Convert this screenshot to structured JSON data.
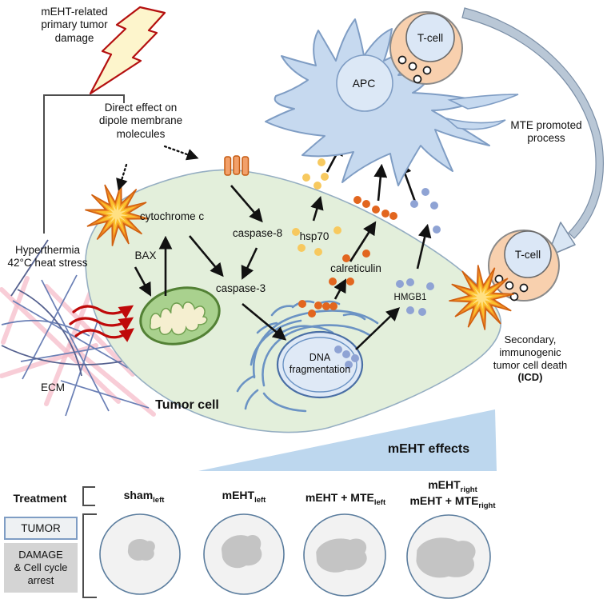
{
  "labels": {
    "meht_damage": "mEHT-related\nprimary tumor\ndamage",
    "direct_effect": "Direct effect on\ndipole membrane\nmolecules",
    "hyperthermia": "Hyperthermia\n42°C heat stress",
    "ecm": "ECM",
    "tumor_cell": "Tumor cell",
    "cytochrome_c": "cytochrome c",
    "bax": "BAX",
    "caspase_8": "caspase-8",
    "caspase_3": "caspase-3",
    "hsp70": "hsp70",
    "calreticulin": "calreticulin",
    "hmgb1": "HMGB1",
    "dna_fragmentation": "DNA\nfragmentation",
    "apc": "APC",
    "t_cell_top": "T-cell",
    "t_cell_right": "T-cell",
    "mte_process": "MTE promoted\nprocess",
    "icd_lines": "Secondary,\nimmunogenic\ntumor cell death",
    "icd_bold": "(ICD)",
    "meht_effects": "mEHT effects"
  },
  "treatment_table": {
    "row_label": "Treatment",
    "tumor_box": "TUMOR",
    "damage_box": "DAMAGE\n& Cell cycle\narrest",
    "columns": [
      {
        "main": "sham",
        "sub": "left"
      },
      {
        "main": "mEHT",
        "sub": "left"
      },
      {
        "main": "mEHT + MTE",
        "sub": "left"
      },
      {
        "line1_main": "mEHT",
        "line1_sub": "right",
        "line2_main": "mEHT + MTE",
        "line2_sub": "right"
      }
    ]
  },
  "colors": {
    "cell_fill": "#e3efdb",
    "cell_stroke": "#95aec2",
    "apc_fill": "#c6d9ef",
    "apc_stroke": "#7f9dc4",
    "tcell_outer_fill": "#f8d0ae",
    "tcell_inner_fill": "#dbe7f6",
    "hsp70_dot": "#f7c95f",
    "calreticulin_dot": "#e2661f",
    "hmgb1_dot": "#8fa3d4",
    "heat_arrow": "#bf0a0a",
    "lightning_fill": "#fdf5cc",
    "lightning_stroke": "#b40f0f",
    "starburst_outer": "#ee8822",
    "starburst_inner": "#fbc02d",
    "triangle_fill": "#bdd7ee",
    "mito_fill": "#a9d18e",
    "mito_stroke": "#538135",
    "nucleus_fill": "#dfe9f6",
    "membrane_protein": "#f2a06a"
  }
}
